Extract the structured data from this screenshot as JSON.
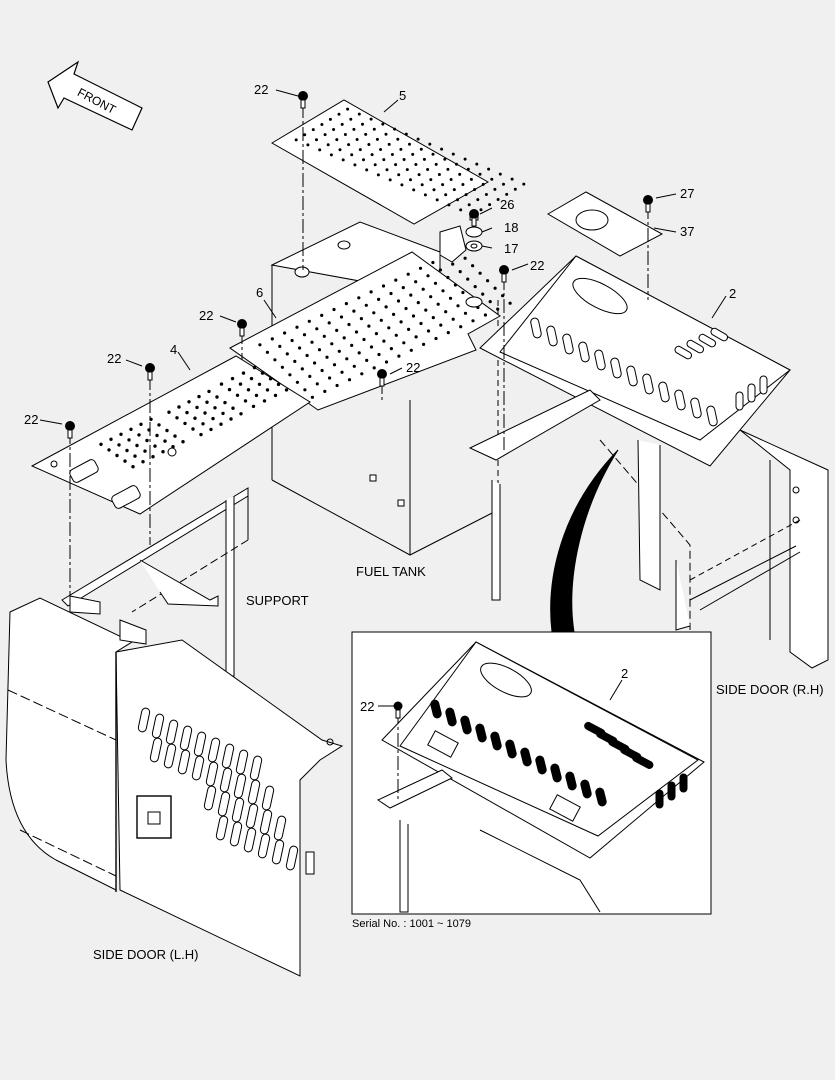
{
  "labels": {
    "front": "FRONT",
    "fuel_tank": "FUEL TANK",
    "support": "SUPPORT",
    "side_door_rh": "SIDE DOOR (R.H)",
    "side_door_lh": "SIDE DOOR (L.H)",
    "serial": "Serial No. : 1001 ~ 1079"
  },
  "callouts": {
    "c22_top": "22",
    "c5": "5",
    "c26": "26",
    "c18": "18",
    "c17": "17",
    "c27": "27",
    "c37": "37",
    "c22_mid": "22",
    "c2": "2",
    "c6": "6",
    "c22_left6": "22",
    "c22_center": "22",
    "c22_left4": "22",
    "c4": "4",
    "c22_far_left": "22",
    "c22_inset": "22",
    "c2_inset": "2"
  },
  "colors": {
    "background": "#f0f0f0",
    "line": "#000000"
  }
}
